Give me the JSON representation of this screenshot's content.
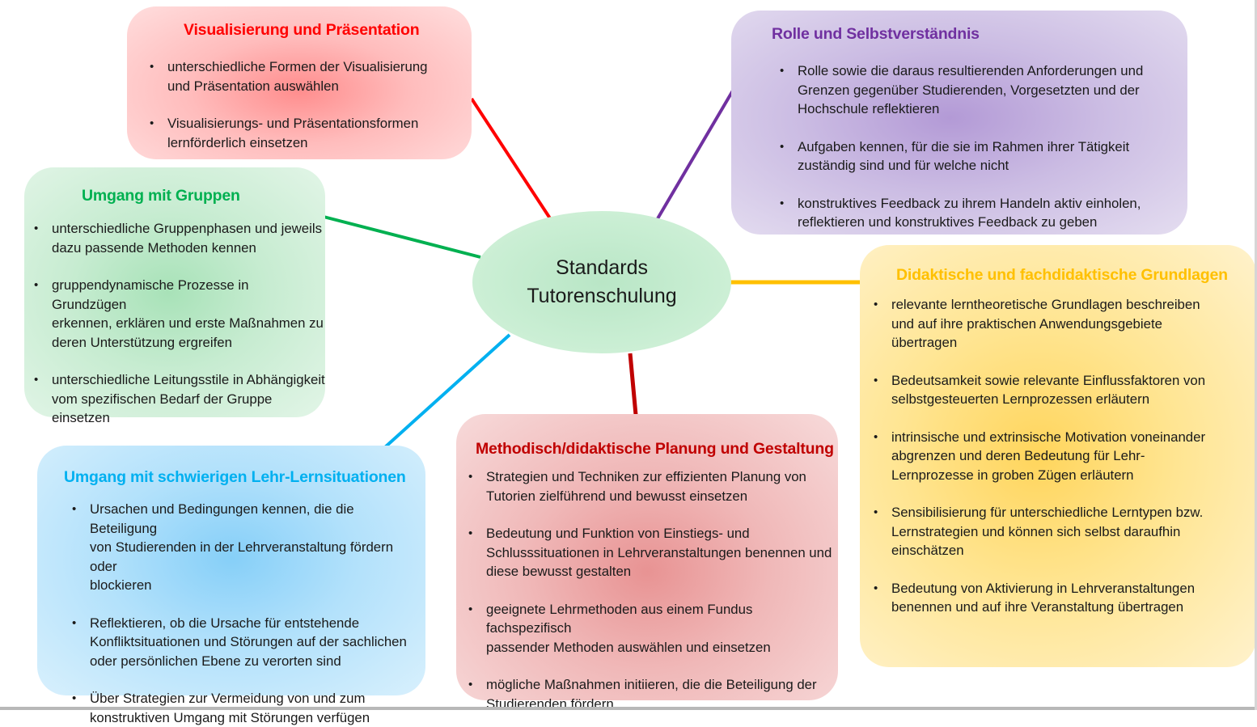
{
  "center": {
    "line1": "Standards",
    "line2": "Tutorenschulung"
  },
  "colors": {
    "visualisierung": "#ff0000",
    "rolle": "#7030a0",
    "gruppen": "#00b050",
    "didaktik": "#ffc000",
    "schwierig": "#00b0f0",
    "methodisch": "#c00000"
  },
  "boxes": {
    "visualisierung": {
      "title": "Visualisierung und Präsentation",
      "items": [
        {
          "l1": "unterschiedliche Formen der Visualisierung",
          "l2": "und Präsentation auswählen"
        },
        {
          "l1": "Visualisierungs- und Präsentationsformen",
          "l2": "lernförderlich einsetzen"
        }
      ]
    },
    "rolle": {
      "title": "Rolle und Selbstverständnis",
      "items": [
        {
          "l1": "Rolle sowie die daraus resultierenden Anforderungen und",
          "l2": "Grenzen gegenüber Studierenden, Vorgesetzten und der",
          "l3": "Hochschule reflektieren"
        },
        {
          "l1": "Aufgaben kennen, für die sie im Rahmen ihrer Tätigkeit",
          "l2": "zuständig sind und für welche nicht"
        },
        {
          "l1": "konstruktives Feedback zu ihrem Handeln aktiv einholen,",
          "l2": "reflektieren und konstruktives Feedback zu geben"
        }
      ]
    },
    "gruppen": {
      "title": "Umgang mit Gruppen",
      "items": [
        {
          "l1": "unterschiedliche Gruppenphasen und jeweils",
          "l2": "dazu passende Methoden kennen"
        },
        {
          "l1": "gruppendynamische Prozesse in Grundzügen",
          "l2": "erkennen, erklären und erste Maßnahmen zu",
          "l3": "deren Unterstützung ergreifen"
        },
        {
          "l1": "unterschiedliche Leitungsstile in Abhängigkeit",
          "l2": "vom spezifischen Bedarf der Gruppe",
          "l3": "einsetzen"
        }
      ]
    },
    "didaktik": {
      "title": "Didaktische und fachdidaktische Grundlagen",
      "items": [
        {
          "l1": "relevante lerntheoretische Grundlagen beschreiben",
          "l2": "und auf ihre praktischen Anwendungsgebiete",
          "l3": "übertragen"
        },
        {
          "l1": "Bedeutsamkeit sowie relevante Einflussfaktoren von",
          "l2": "selbstgesteuerten Lernprozessen erläutern"
        },
        {
          "l1": "intrinsische und extrinsische Motivation voneinander",
          "l2": "abgrenzen und deren Bedeutung für Lehr-",
          "l3": "Lernprozesse in groben Zügen erläutern"
        },
        {
          "l1": "Sensibilisierung für unterschiedliche Lerntypen bzw.",
          "l2": "Lernstrategien und können sich selbst daraufhin",
          "l3": "einschätzen"
        },
        {
          "l1": "Bedeutung von Aktivierung in Lehrveranstaltungen",
          "l2": "benennen und auf ihre Veranstaltung übertragen"
        }
      ]
    },
    "schwierig": {
      "title": "Umgang mit schwierigen Lehr-Lernsituationen",
      "items": [
        {
          "l1": "Ursachen und Bedingungen kennen, die die Beteiligung",
          "l2": "von Studierenden in der Lehrveranstaltung fördern oder",
          "l3": "blockieren"
        },
        {
          "l1": "Reflektieren, ob die Ursache für entstehende",
          "l2": "Konfliktsituationen und Störungen auf der sachlichen",
          "l3": "oder persönlichen Ebene zu verorten sind"
        },
        {
          "l1": "Über Strategien zur Vermeidung von und zum",
          "l2": "konstruktiven Umgang mit Störungen verfügen"
        }
      ]
    },
    "methodisch": {
      "title": "Methodisch/didaktische Planung und Gestaltung",
      "items": [
        {
          "l1": "Strategien und Techniken zur effizienten Planung von",
          "l2": "Tutorien zielführend und bewusst einsetzen"
        },
        {
          "l1": "Bedeutung und Funktion von Einstiegs- und",
          "l2": "Schlusssituationen in Lehrveranstaltungen benennen und",
          "l3": "diese bewusst gestalten"
        },
        {
          "l1": "geeignete Lehrmethoden aus einem Fundus fachspezifisch",
          "l2": "passender Methoden auswählen und einsetzen"
        },
        {
          "l1": "mögliche Maßnahmen initiieren, die die Beteiligung der",
          "l2": "Studierenden fördern"
        }
      ]
    }
  }
}
